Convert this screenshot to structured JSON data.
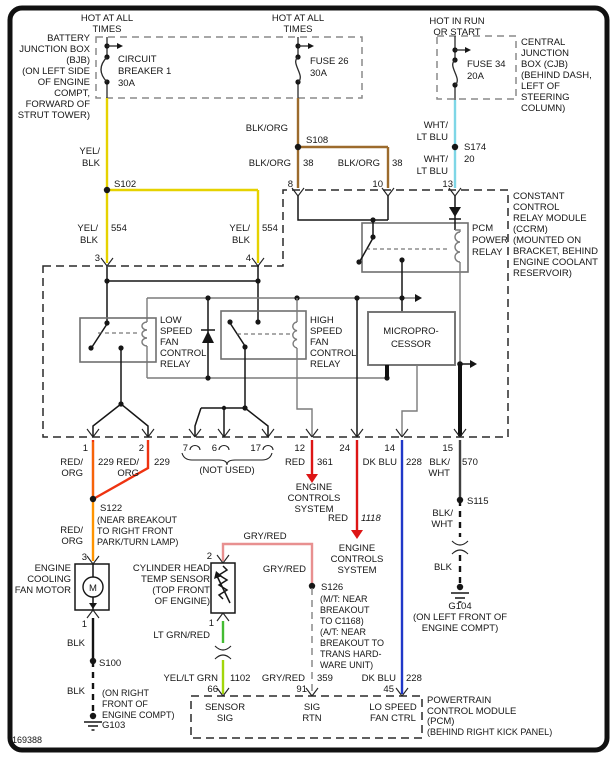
{
  "sheet": {
    "id": "169388"
  },
  "colors": {
    "yel_blk": "#e6d200",
    "blk_org": "#9c6b2d",
    "wht_lt_blu": "#7ed6e6",
    "red_org": "#ee3311",
    "org_core": "#ff9400",
    "org": "#ff9400",
    "red": "#dd1515",
    "dk_blu": "#2038c8",
    "blk_wht": "#404040",
    "gry_red": "#e89090",
    "lt_grn_red": "#44bb33",
    "yel_lt_grn": "#a2d60a",
    "blk": "#141414"
  },
  "feeds": {
    "left": {
      "hot1": "HOT AT ALL",
      "hot2": "TIMES",
      "device": [
        "CIRCUIT",
        "BREAKER 1",
        "30A"
      ],
      "box_label": [
        "BATTERY",
        "JUNCTION BOX",
        "(BJB)",
        "(ON LEFT SIDE",
        "OF ENGINE",
        "COMPT,",
        "FORWARD OF",
        "STRUT TOWER)"
      ]
    },
    "mid": {
      "hot1": "HOT AT ALL",
      "hot2": "TIMES",
      "device": [
        "FUSE 26",
        "30A"
      ]
    },
    "right": {
      "hot1": "HOT IN RUN",
      "hot2": "OR START",
      "device": [
        "FUSE 34",
        "20A"
      ],
      "box_label": [
        "CENTRAL",
        "JUNCTION",
        "BOX (CJB)",
        "(BEHIND DASH,",
        "LEFT OF",
        "STEERING",
        "COLUMN)"
      ]
    }
  },
  "splices": {
    "s102": "S102",
    "s108": "S108",
    "s174": "S174",
    "s122": "S122",
    "s126": "S126",
    "s115": "S115",
    "s100": "S100"
  },
  "grounds": {
    "g104": {
      "name": "G104",
      "note": [
        "(ON LEFT FRONT OF",
        "ENGINE COMPT)"
      ]
    },
    "g103": {
      "name": "G103",
      "note": [
        "(ON RIGHT",
        "FRONT OF",
        "ENGINE COMPT)"
      ]
    }
  },
  "wire_labels": {
    "yel": "YEL/",
    "blk_stripe": "BLK",
    "c554": "554",
    "blk_org": "BLK/ORG",
    "c38": "38",
    "wht": "WHT/",
    "lt_blu": "LT BLU",
    "c20": "20",
    "red_": "RED/",
    "org": "ORG",
    "c229": "229",
    "red": "RED",
    "c361": "361",
    "c1118": "1118",
    "dk_blu": "DK BLU",
    "c228": "228",
    "blk_": "BLK/",
    "wht_stripe": "WHT",
    "c570": "570",
    "blk": "BLK",
    "gry_red": "GRY/RED",
    "c359": "359",
    "lt_grn_red": "LT GRN/RED",
    "yel_lt_grn": "YEL/LT GRN",
    "c1102": "1102"
  },
  "ccrm": {
    "label": [
      "CONSTANT",
      "CONTROL",
      "RELAY MODULE",
      "(CCRM)",
      "(MOUNTED ON",
      "BRACKET, BEHIND",
      "ENGINE COOLANT",
      "RESERVOIR)"
    ],
    "low_relay": [
      "LOW",
      "SPEED",
      "FAN",
      "CONTROL",
      "RELAY"
    ],
    "high_relay": [
      "HIGH",
      "SPEED",
      "FAN",
      "CONTROL",
      "RELAY"
    ],
    "pcm_relay": [
      "PCM",
      "POWER",
      "RELAY"
    ],
    "micro": [
      "MICROPRO-",
      "CESSOR"
    ],
    "pins_top": {
      "p3": "3",
      "p4": "4",
      "p8": "8",
      "p10": "10",
      "p13": "13"
    },
    "pins_bottom": {
      "p1": "1",
      "p2": "2",
      "p7": "7",
      "p6": "6",
      "p17": "17",
      "p12": "12",
      "p24": "24",
      "p14": "14",
      "p15": "15"
    },
    "not_used": "(NOT USED)"
  },
  "branches": {
    "engine_controls": [
      "ENGINE",
      "CONTROLS",
      "SYSTEM"
    ]
  },
  "s122_note": [
    "(NEAR BREAKOUT",
    "TO RIGHT FRONT",
    "PARK/TURN LAMP)"
  ],
  "s126_note": [
    "(M/T: NEAR",
    "BREAKOUT",
    "TO C1168)",
    "(A/T: NEAR",
    "BREAKOUT TO",
    "TRANS HARD-",
    "WARE UNIT)"
  ],
  "motor": {
    "label": [
      "ENGINE",
      "COOLING",
      "FAN MOTOR"
    ],
    "pin_top": "3",
    "pin_bottom": "1",
    "symbol": "M"
  },
  "sensor": {
    "label": [
      "CYLINDER HEAD",
      "TEMP SENSOR",
      "(TOP FRONT",
      "OF ENGINE)"
    ],
    "pin_top": "2",
    "pin_bottom": "1"
  },
  "pcm": {
    "pins": {
      "p66": "66",
      "p91": "91",
      "p45": "45"
    },
    "functions": {
      "f66": [
        "SENSOR",
        "SIG"
      ],
      "f91": [
        "SIG",
        "RTN"
      ],
      "f45": [
        "LO SPEED",
        "FAN CTRL"
      ]
    },
    "label": [
      "POWERTRAIN",
      "CONTROL MODULE",
      "(PCM)",
      "(BEHIND RIGHT KICK PANEL)"
    ]
  }
}
